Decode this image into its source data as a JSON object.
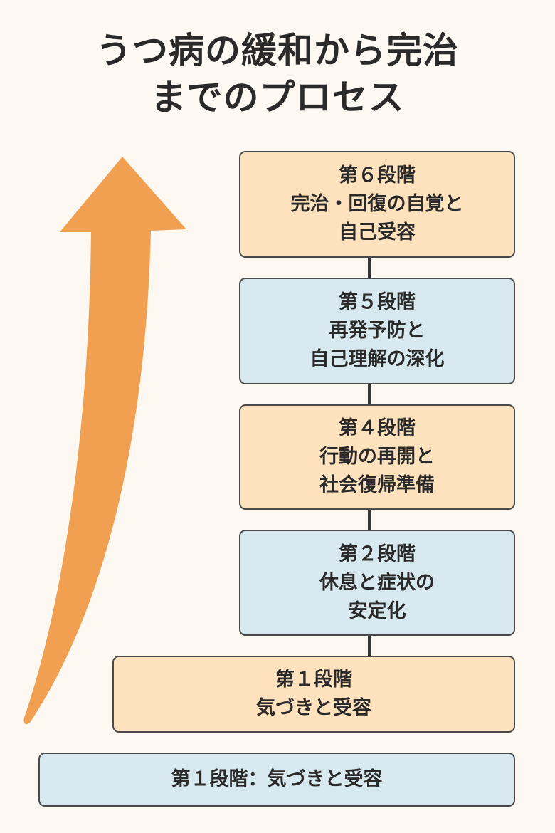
{
  "title": {
    "line1": "うつ病の緩和から完治",
    "line2": "までのプロセス"
  },
  "stages": [
    {
      "heading": "第６段階",
      "line1": "完治・回復の自覚と",
      "line2": "自己受容",
      "color": "#fde2bd"
    },
    {
      "heading": "第５段階",
      "line1": "再発予防と",
      "line2": "自己理解の深化",
      "color": "#d7e8ef"
    },
    {
      "heading": "第４段階",
      "line1": "行動の再開と",
      "line2": "社会復帰準備",
      "color": "#fde2bd"
    },
    {
      "heading": "第２段階",
      "line1": "休息と症状の",
      "line2": "安定化",
      "color": "#d7e8ef"
    },
    {
      "heading": "第１段階",
      "line1": "気づきと受容",
      "color": "#fde2bd"
    },
    {
      "heading": "第１段階：気づきと受容",
      "color": "#d7e8ef"
    }
  ],
  "arrow_color": "#f0a050"
}
